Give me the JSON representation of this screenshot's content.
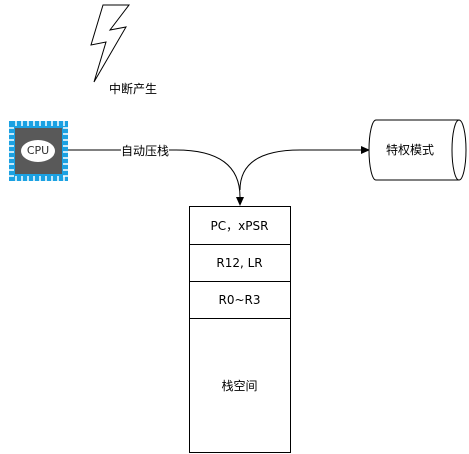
{
  "interrupt": {
    "label": "中断产生"
  },
  "cpu": {
    "label": "CPU"
  },
  "auto_push": {
    "label": "自动压栈"
  },
  "privileged_mode": {
    "label": "特权模式"
  },
  "stack": {
    "rows": [
      "PC，xPSR",
      "R12, LR",
      "R0~R3"
    ],
    "space_label": "栈空间"
  },
  "colors": {
    "cpu_frame": "#1ba1e2",
    "cpu_chip": "#595959",
    "line": "#000000",
    "background": "#ffffff"
  }
}
